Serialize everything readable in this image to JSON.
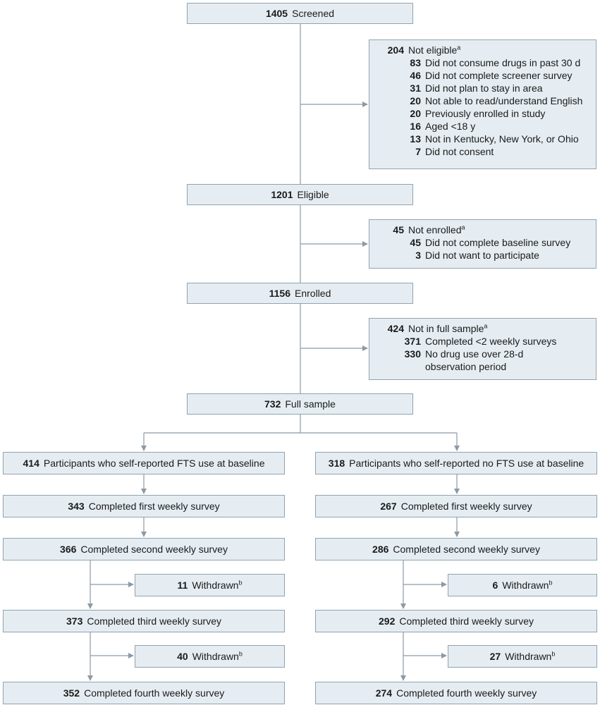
{
  "screened": {
    "n": "1405",
    "label": "Screened"
  },
  "not_eligible": {
    "n": "204",
    "label": "Not eligible",
    "sup": "a",
    "items": [
      {
        "n": "83",
        "label": "Did not consume drugs in past 30 d"
      },
      {
        "n": "46",
        "label": "Did not complete screener survey"
      },
      {
        "n": "31",
        "label": "Did not plan to stay in area"
      },
      {
        "n": "20",
        "label": "Not able to read/understand English"
      },
      {
        "n": "20",
        "label": "Previously enrolled in study"
      },
      {
        "n": "16",
        "label": "Aged <18 y"
      },
      {
        "n": "13",
        "label": "Not in Kentucky, New York, or Ohio"
      },
      {
        "n": "7",
        "label": "Did not consent"
      }
    ]
  },
  "eligible": {
    "n": "1201",
    "label": "Eligible"
  },
  "not_enrolled": {
    "n": "45",
    "label": "Not enrolled",
    "sup": "a",
    "items": [
      {
        "n": "45",
        "label": "Did not complete baseline survey"
      },
      {
        "n": "3",
        "label": "Did not want to participate"
      }
    ]
  },
  "enrolled": {
    "n": "1156",
    "label": "Enrolled"
  },
  "not_full": {
    "n": "424",
    "label": "Not in full sample",
    "sup": "a",
    "items": [
      {
        "n": "371",
        "label": "Completed <2 weekly surveys"
      },
      {
        "n": "330",
        "label": "No drug use over 28-d observation period"
      }
    ]
  },
  "full": {
    "n": "732",
    "label": "Full sample"
  },
  "left": {
    "group": {
      "n": "414",
      "label": "Participants who self-reported FTS use at baseline"
    },
    "w1": {
      "n": "343",
      "label": "Completed first weekly survey"
    },
    "w2": {
      "n": "366",
      "label": "Completed second weekly survey"
    },
    "wd1": {
      "n": "11",
      "label": "Withdrawn",
      "sup": "b"
    },
    "w3": {
      "n": "373",
      "label": "Completed third weekly survey"
    },
    "wd2": {
      "n": "40",
      "label": "Withdrawn",
      "sup": "b"
    },
    "w4": {
      "n": "352",
      "label": "Completed fourth weekly survey"
    }
  },
  "right": {
    "group": {
      "n": "318",
      "label": "Participants who self-reported no FTS use at baseline"
    },
    "w1": {
      "n": "267",
      "label": "Completed first weekly survey"
    },
    "w2": {
      "n": "286",
      "label": "Completed second weekly survey"
    },
    "wd1": {
      "n": "6",
      "label": "Withdrawn",
      "sup": "b"
    },
    "w3": {
      "n": "292",
      "label": "Completed third weekly survey"
    },
    "wd2": {
      "n": "27",
      "label": "Withdrawn",
      "sup": "b"
    },
    "w4": {
      "n": "274",
      "label": "Completed fourth weekly survey"
    }
  },
  "colors": {
    "box_fill": "#e6edf2",
    "box_border": "#8fa3b1",
    "line": "#8c9aa5"
  }
}
